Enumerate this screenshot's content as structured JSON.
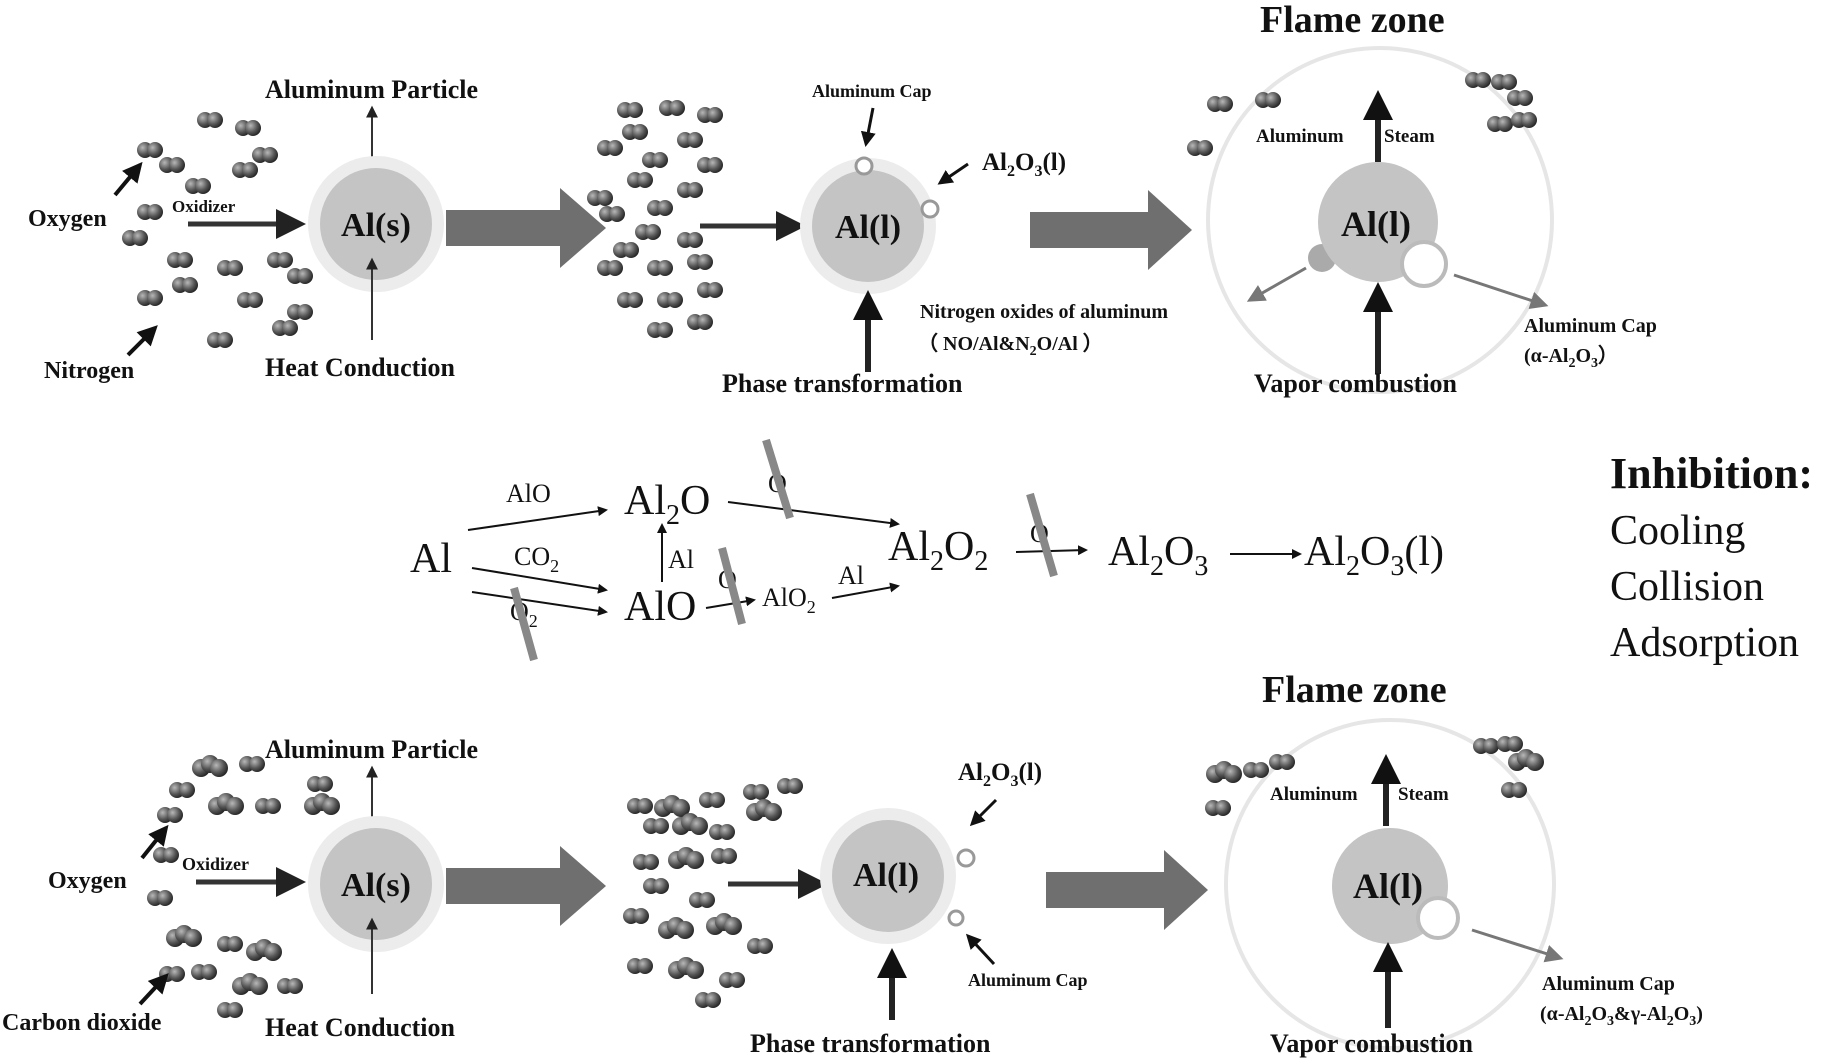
{
  "top": {
    "stage1": {
      "title": "Aluminum Particle",
      "core": "Al(s)",
      "oxidizer": "Oxidizer",
      "species_a": "Oxygen",
      "species_b": "Nitrogen",
      "heat": "Heat Conduction"
    },
    "stage2": {
      "core": "Al(l)",
      "cap": "Aluminum Cap",
      "oxide": [
        "Al",
        "2",
        "O",
        "3",
        "(l)"
      ],
      "phase": "Phase transformation"
    },
    "stage3": {
      "flame": "Flame zone",
      "core": "Al(l)",
      "steam_a": "Aluminum",
      "steam_b": "Steam",
      "nox_line1": "Nitrogen oxides of aluminum",
      "nox_line2": [
        "（ NO/Al&N",
        "2",
        "O/Al ）"
      ],
      "cap_line1": "Aluminum Cap",
      "cap_line2": [
        "(α-Al",
        "2",
        "O",
        "3",
        "）"
      ],
      "vapor": "Vapor combustion"
    }
  },
  "reaction": {
    "al": "Al",
    "alo_label": "AlO",
    "co2": [
      "CO",
      "2"
    ],
    "o2": [
      "O",
      "2"
    ],
    "al2o": [
      "Al",
      "2",
      "O"
    ],
    "o_top": "O",
    "al_up": "Al",
    "alo": "AlO",
    "o_mid": "O",
    "alo2": [
      "AlO",
      "2"
    ],
    "al_right": "Al",
    "al2o2": [
      "Al",
      "2",
      "O",
      "2"
    ],
    "o_right": "O",
    "al2o3": [
      "Al",
      "2",
      "O",
      "3"
    ],
    "al2o3l": [
      "Al",
      "2",
      "O",
      "3",
      "(l)"
    ]
  },
  "inhibition": {
    "title": "Inhibition:",
    "items": [
      "Cooling",
      "Collision",
      "Adsorption"
    ]
  },
  "bottom": {
    "stage1": {
      "title": "Aluminum Particle",
      "core": "Al(s)",
      "oxidizer": "Oxidizer",
      "species_a": "Oxygen",
      "species_b": "Carbon dioxide",
      "heat": "Heat Conduction"
    },
    "stage2": {
      "core": "Al(l)",
      "oxide": [
        "Al",
        "2",
        "O",
        "3",
        "(l)"
      ],
      "cap": "Aluminum Cap",
      "phase": "Phase transformation"
    },
    "stage3": {
      "flame": "Flame zone",
      "core": "Al(l)",
      "steam_a": "Aluminum",
      "steam_b": "Steam",
      "cap_line1": "Aluminum Cap",
      "cap_line2": [
        "(α-Al",
        "2",
        "O",
        "3",
        "&γ-Al",
        "2",
        "O",
        "3",
        ")"
      ],
      "vapor": "Vapor combustion"
    }
  }
}
